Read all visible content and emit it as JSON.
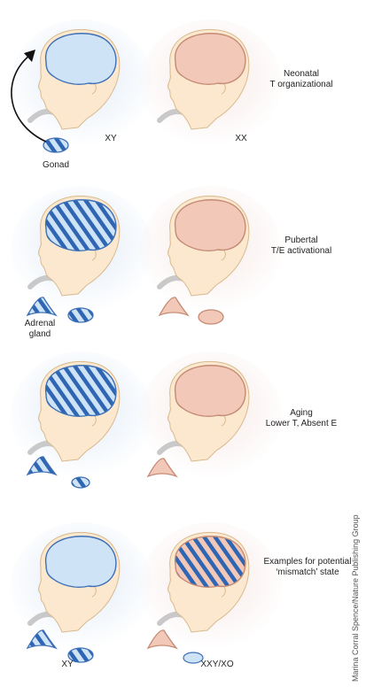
{
  "panels": [
    {
      "caption": "Neonatal\nT organizational",
      "left_label": "XY",
      "right_label": "XX",
      "left_brain_fill": "solid",
      "right_brain_fill": "solid",
      "left_glands": [
        "gonad"
      ],
      "right_glands": [],
      "gonad_label": "Gonad"
    },
    {
      "caption": "Pubertal\nT/E activational",
      "left_brain_fill": "striped",
      "right_brain_fill": "solid",
      "left_glands": [
        "adrenal",
        "gonad"
      ],
      "right_glands": [
        "adrenal",
        "gonad"
      ],
      "adrenal_label": "Adrenal\ngland"
    },
    {
      "caption": "Aging\nLower T, Absent E",
      "left_brain_fill": "striped",
      "right_brain_fill": "solid",
      "left_glands": [
        "adrenal",
        "small-gonad"
      ],
      "right_glands": [
        "adrenal"
      ]
    },
    {
      "caption": "Examples for potential\n‘mismatch’ state",
      "left_label": "XY",
      "right_label": "XXY/XO",
      "left_brain_fill": "solid",
      "right_brain_fill": "striped",
      "left_glands": [
        "adrenal",
        "gonad"
      ],
      "right_glands": [
        "adrenal",
        "small-gonad"
      ]
    }
  ],
  "credit": "Marina Corral Spence/Nature Publishing Group",
  "colors": {
    "male_halo": "#e2ecf7",
    "female_halo": "#f6e9e6",
    "face": "#fbe8cf",
    "face_stroke": "#d8b98d",
    "male_brain": "#cfe3f7",
    "male_stroke": "#3c6fb5",
    "female_brain": "#f2c8b8",
    "female_stroke": "#c58a74",
    "stripe": "#2f66b3"
  },
  "icons": [
    "head-profile-icon",
    "brain-icon",
    "gonad-icon",
    "adrenal-gland-icon",
    "arrow-icon"
  ]
}
